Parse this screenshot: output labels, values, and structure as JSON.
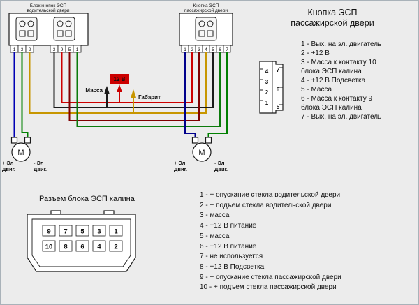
{
  "colors": {
    "blue": "#0000b4",
    "navy": "#00008b",
    "green": "#008000",
    "green2": "#0b7a0b",
    "yellow": "#c79600",
    "red": "#cc0000",
    "maroon": "#800000",
    "black": "#1a1a1a",
    "gabarit_text": "#8f7500",
    "power_text": "#ffffff"
  },
  "driver_block": {
    "title1": "Блок кнопок ЭСП",
    "title2": "водительской двери",
    "pins_left": [
      "1",
      "3",
      "2"
    ],
    "pins_right": [
      "3",
      "9",
      "5",
      "1"
    ]
  },
  "passenger_block": {
    "title1": "Кнопка ЭСП",
    "title2": "пассажирской двери",
    "pins": [
      "1",
      "2",
      "3",
      "4",
      "5",
      "6",
      "7"
    ]
  },
  "labels": {
    "ground": "Масса",
    "power": "12 В",
    "gabarit": "Габарит",
    "motor": "M",
    "plus1": "+ Эл",
    "plus2": "Двиг.",
    "minus1": "- Эл",
    "minus2": "Двиг."
  },
  "right_panel": {
    "title1": "Кнопка ЭСП",
    "title2": "пассажирской двери",
    "items": [
      "1 - Вых. на эл. двигатель",
      "2 - +12 В",
      "3 - Масса к контакту 10\nблока ЭСП калина",
      "4 - +12 В Подсветка",
      "5 - Масса",
      "6 - Масса к контакту 9\nблока ЭСП калина",
      "7 - Вых. на эл. двигатель"
    ]
  },
  "connector7": {
    "left_pins": [
      "4",
      "3",
      "2",
      "1"
    ],
    "right_pins": [
      "7",
      "6",
      "5"
    ]
  },
  "bottom_panel": {
    "title": "Разъем блока ЭСП калина",
    "row_top": [
      "9",
      "7",
      "5",
      "3",
      "1"
    ],
    "row_bottom": [
      "10",
      "8",
      "6",
      "4",
      "2"
    ],
    "items": [
      "1 - + опускание стекла водительской двери",
      "2 - + подъем стекла водительской двери",
      "3 - масса",
      "4 - +12 В питание",
      "5 - масса",
      "6 - +12 В питание",
      "7 - не используется",
      "8 - +12 В Подсветка",
      "9 - + опускание стекла пассажирской двери",
      "10 - + подъем стекла пассажирской двери"
    ]
  }
}
